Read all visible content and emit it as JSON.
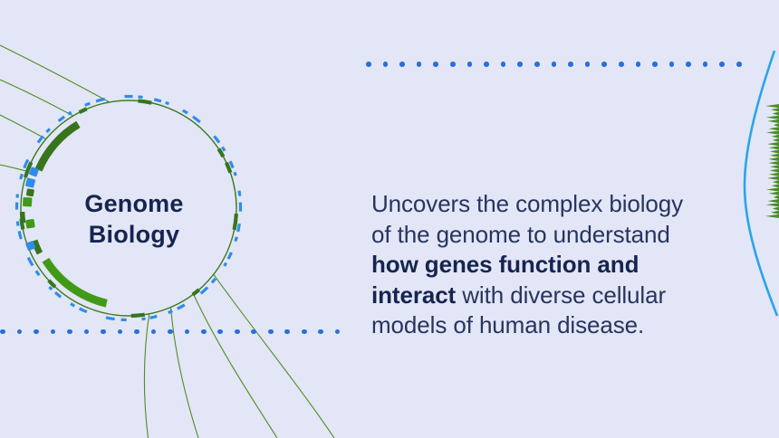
{
  "card": {
    "title": {
      "line1": "Genome",
      "line2": "Biology"
    }
  },
  "description": {
    "lines": [
      [
        {
          "t": "Uncovers the complex biology",
          "b": false
        }
      ],
      [
        {
          "t": "of the genome to understand",
          "b": false
        }
      ],
      [
        {
          "t": "how genes function and",
          "b": true
        }
      ],
      [
        {
          "t": "interact",
          "b": true
        },
        {
          "t": " with diverse cellular",
          "b": false
        }
      ],
      [
        {
          "t": "models of human disease.",
          "b": false
        }
      ]
    ]
  },
  "palette": {
    "background": "#e3e6f6",
    "navy": "#16254f",
    "body_text": "#26355f",
    "dot_blue": "#2a6fd8",
    "dash_blue": "#2f8ce8",
    "ring_green": "#3c7a1e",
    "dark_green": "#37751c",
    "bright_green": "#419a17",
    "line_green": "#4e8d26",
    "arc_blue": "#29a5e8",
    "spike_green": "#4a8c24"
  }
}
